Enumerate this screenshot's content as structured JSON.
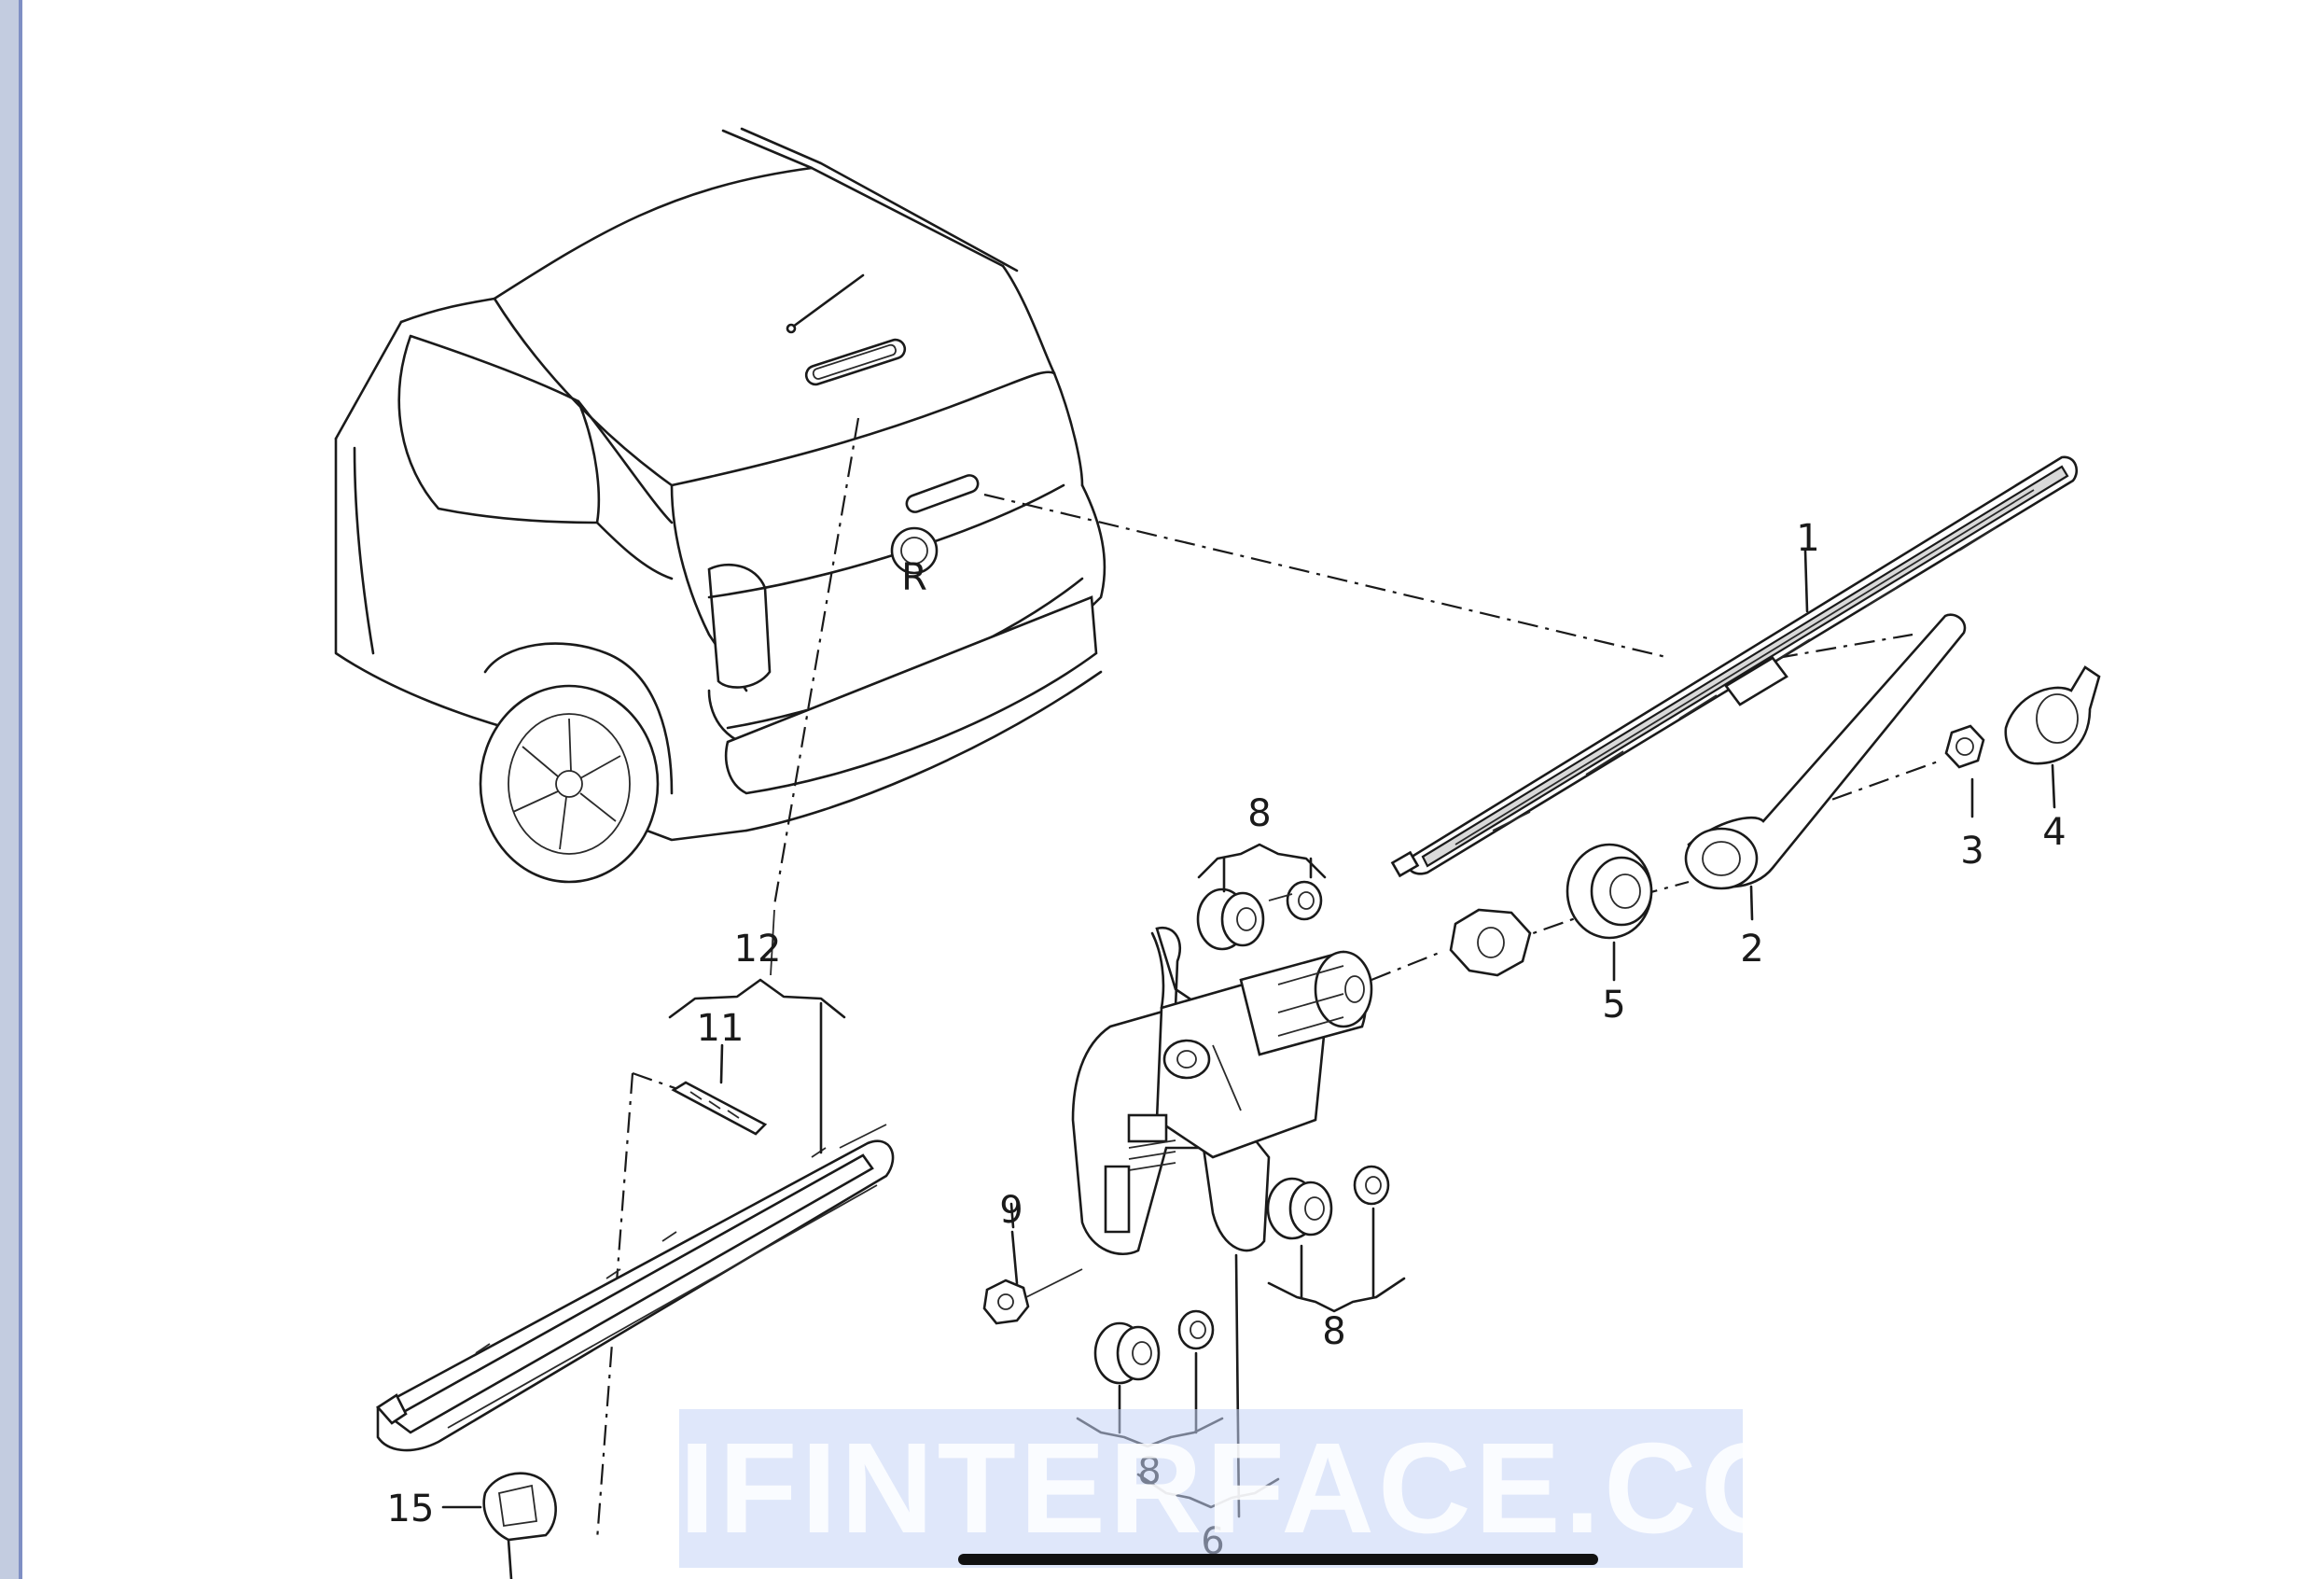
{
  "callouts": {
    "c1": "1",
    "c2": "2",
    "c3": "3",
    "c4": "4",
    "c5": "5",
    "c6": "6",
    "c8a": "8",
    "c8b": "8",
    "c8c": "8",
    "c9": "9",
    "c11": "11",
    "c12": "12",
    "c15": "15"
  },
  "watermark": "IFINTERFACE.COM",
  "colors": {
    "watermark_bg": "#c4d4f5",
    "left_strip": "#c3cce0",
    "line": "#1a1a1a"
  }
}
